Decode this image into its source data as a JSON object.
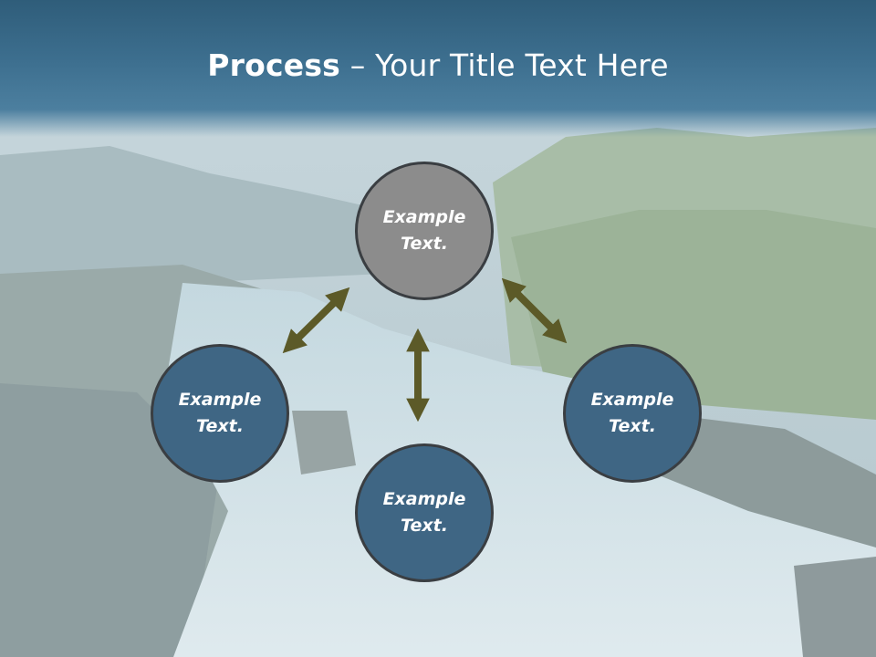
{
  "title": {
    "bold": "Process",
    "rest": " – Your Title Text Here"
  },
  "nodes": {
    "center": "Example\nText.",
    "left": "Example\nText.",
    "right": "Example\nText.",
    "bottom": "Example\nText."
  },
  "colors": {
    "header": "#3d6f8f",
    "center_node": "#8c8c8c",
    "outer_node": "#3f6684",
    "arrow": "#5c5a28"
  }
}
